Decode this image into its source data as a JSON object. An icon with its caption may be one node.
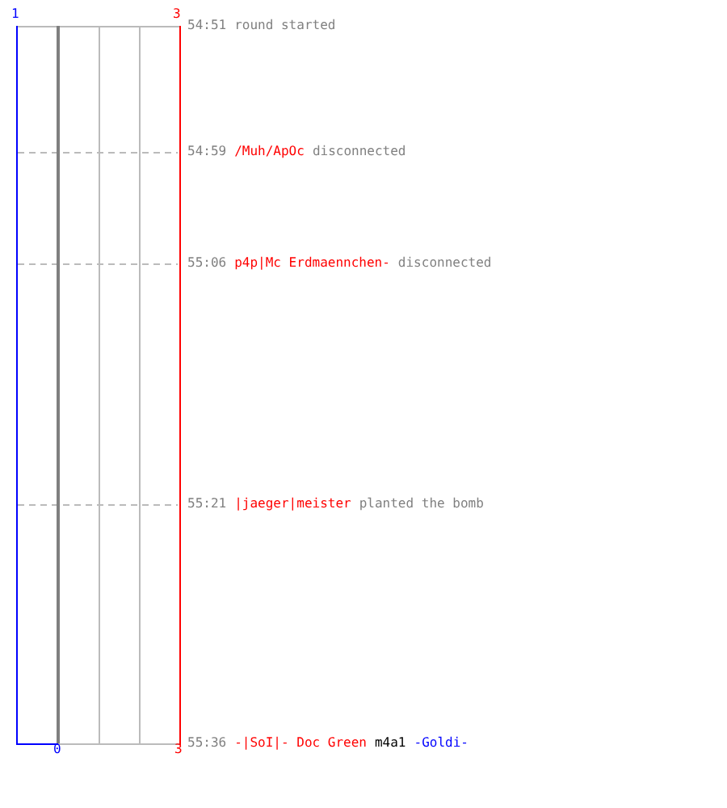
{
  "diagram": {
    "labels": [
      "1",
      "3",
      "54:51",
      "round started",
      "54:59",
      "/Muh/ApOc",
      "disconnected",
      "55:06",
      "p4p|Mc Erdmaennchen-",
      "disconnected",
      "55:21",
      "|jaeger|meister",
      "planted the bomb",
      "0",
      "3",
      "55:36",
      "-|SoI|- Doc Green",
      "m4a1",
      "-Goldi-"
    ]
  }
}
